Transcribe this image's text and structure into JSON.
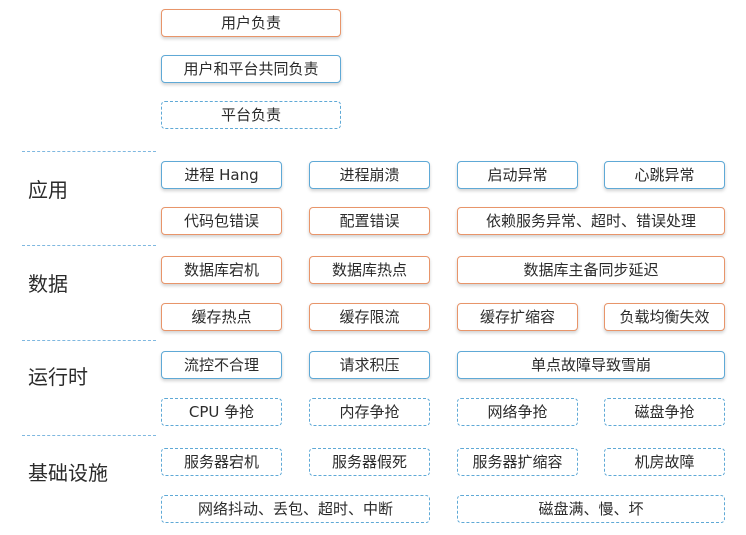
{
  "legend": {
    "user": "用户负责",
    "shared": "用户和平台共同负责",
    "platform": "平台负责"
  },
  "categories": {
    "app": "应用",
    "data": "数据",
    "runtime": "运行时",
    "infra": "基础设施"
  },
  "app": {
    "process_hang": "进程 Hang",
    "process_crash": "进程崩溃",
    "startup_error": "启动异常",
    "heartbeat_error": "心跳异常",
    "code_bug": "代码包错误",
    "config_error": "配置错误",
    "dependency_error": "依赖服务异常、超时、错误处理"
  },
  "data": {
    "db_down": "数据库宕机",
    "db_hotspot": "数据库热点",
    "db_sync_delay": "数据库主备同步延迟",
    "cache_hotspot": "缓存热点",
    "cache_throttle": "缓存限流",
    "cache_scaling": "缓存扩缩容",
    "lb_failure": "负载均衡失效"
  },
  "runtime": {
    "flow_control": "流控不合理",
    "request_backlog": "请求积压",
    "single_point": "单点故障导致雪崩",
    "cpu_contention": "CPU 争抢",
    "memory_contention": "内存争抢",
    "network_contention": "网络争抢",
    "disk_contention": "磁盘争抢"
  },
  "infra": {
    "server_down": "服务器宕机",
    "server_freeze": "服务器假死",
    "server_scaling": "服务器扩缩容",
    "datacenter_failure": "机房故障",
    "network_issues": "网络抖动、丢包、超时、中断",
    "disk_issues": "磁盘满、慢、坏"
  }
}
